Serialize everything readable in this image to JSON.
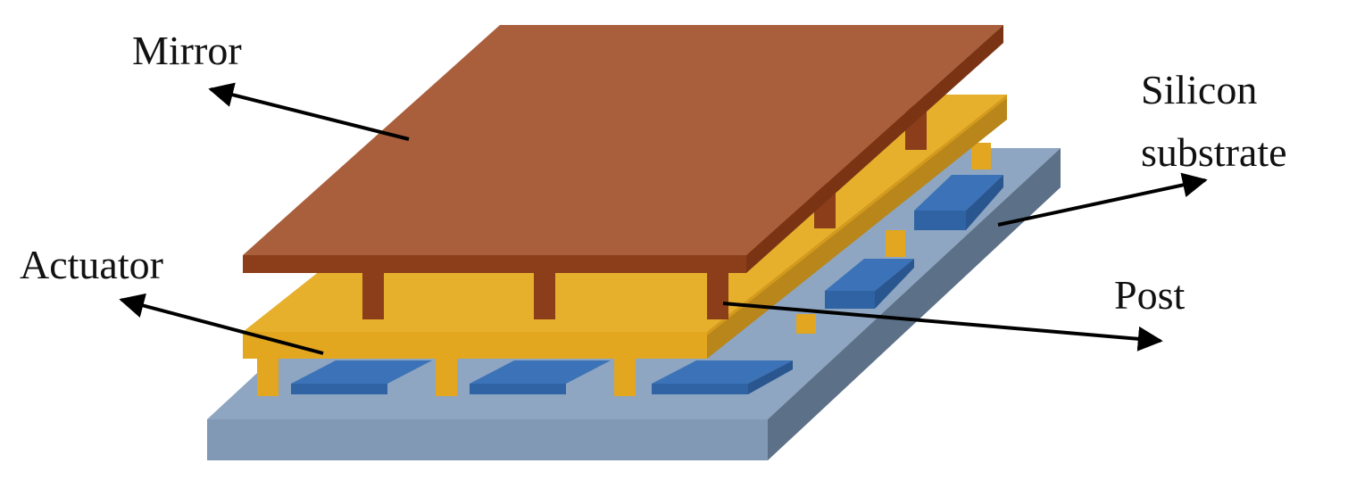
{
  "labels": {
    "mirror": "Mirror",
    "silicon_line1": "Silicon",
    "silicon_line2": "substrate",
    "actuator": "Actuator",
    "post": "Post"
  },
  "colors": {
    "substrate_top": "#8ea6c1",
    "substrate_front": "#7f97b3",
    "substrate_side": "#5c7088",
    "electrode_top": "#3c73b8",
    "electrode_side": "#2a5690",
    "actuator_top": "#e6b02c",
    "actuator_front": "#e0a820",
    "actuator_side": "#b8861a",
    "mirror_top": "#aa5f3c",
    "mirror_front": "#8c3e1a",
    "mirror_side": "#7a3414",
    "post": "#8c3e1a",
    "arrow": "#000000"
  }
}
